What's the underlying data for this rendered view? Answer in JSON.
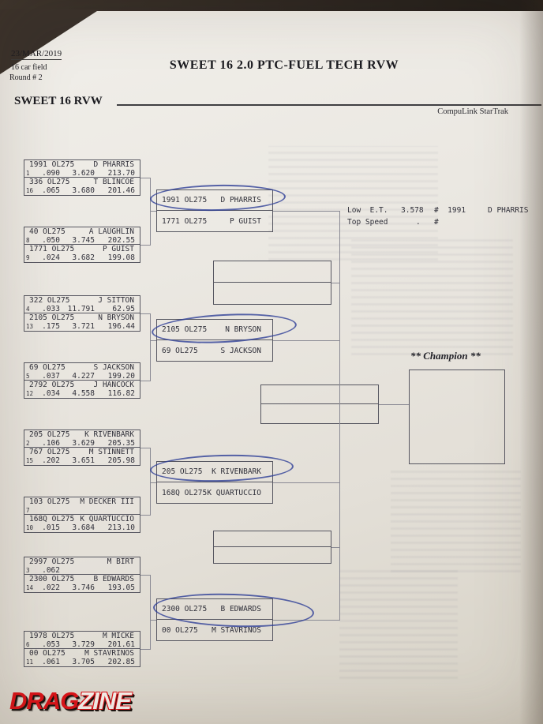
{
  "colors": {
    "pen_blue": "#2b3c96",
    "logo_red": "#dd1218"
  },
  "header": {
    "date": "23/MAR/2019",
    "field_size": "16 car field",
    "round": "Round # 2",
    "title": "SWEET 16 2.0 PTC-FUEL TECH RVW",
    "subtitle": "SWEET 16 RVW",
    "timing_brand": "CompuLink StarTrak"
  },
  "records": {
    "low_et_label": "Low  E.T.",
    "low_et_value": "3.578",
    "low_et_number": "#  1991",
    "low_et_driver": "D PHARRIS",
    "top_speed_label": "Top Speed",
    "top_speed_value": ".",
    "top_speed_number": "#"
  },
  "champion_label": "** Champion **",
  "logo": {
    "drag": "DRAG",
    "zine": "ZINE"
  },
  "round1": [
    {
      "entries": [
        {
          "car": "1991 OL275",
          "driver": "D PHARRIS",
          "seed": "1",
          "rt": ".090",
          "et": "3.620",
          "mph": "213.70"
        },
        {
          "car": "336 OL275",
          "driver": "T BLINCOE",
          "seed": "16",
          "rt": ".065",
          "et": "3.680",
          "mph": "201.46"
        }
      ]
    },
    {
      "entries": [
        {
          "car": "40 OL275",
          "driver": "A LAUGHLIN",
          "seed": "8",
          "rt": ".050",
          "et": "3.745",
          "mph": "202.55"
        },
        {
          "car": "1771 OL275",
          "driver": "P GUIST",
          "seed": "9",
          "rt": ".024",
          "et": "3.682",
          "mph": "199.08"
        }
      ]
    },
    {
      "entries": [
        {
          "car": "322 OL275",
          "driver": "J SITTON",
          "seed": "4",
          "rt": ".033",
          "et": "11.791",
          "mph": "62.95"
        },
        {
          "car": "2105 OL275",
          "driver": "N BRYSON",
          "seed": "13",
          "rt": ".175",
          "et": "3.721",
          "mph": "196.44"
        }
      ]
    },
    {
      "entries": [
        {
          "car": "69 OL275",
          "driver": "S JACKSON",
          "seed": "5",
          "rt": ".037",
          "et": "4.227",
          "mph": "199.20"
        },
        {
          "car": "2792 OL275",
          "driver": "J HANCOCK",
          "seed": "12",
          "rt": ".034",
          "et": "4.558",
          "mph": "116.82"
        }
      ]
    },
    {
      "entries": [
        {
          "car": "205 OL275",
          "driver": "K RIVENBARK",
          "seed": "2",
          "rt": ".106",
          "et": "3.629",
          "mph": "205.35"
        },
        {
          "car": "767 OL275",
          "driver": "M STINNETT",
          "seed": "15",
          "rt": ".202",
          "et": "3.651",
          "mph": "205.98"
        }
      ]
    },
    {
      "entries": [
        {
          "car": "103 OL275",
          "driver": "M DECKER III",
          "seed": "7",
          "rt": "",
          "et": "",
          "mph": ""
        },
        {
          "car": "168Q OL275",
          "driver": "K QUARTUCCIO",
          "seed": "10",
          "rt": ".015",
          "et": "3.684",
          "mph": "213.10"
        }
      ]
    },
    {
      "entries": [
        {
          "car": "2997 OL275",
          "driver": "M BIRT",
          "seed": "3",
          "rt": ".062",
          "et": "",
          "mph": ""
        },
        {
          "car": "2300 OL275",
          "driver": "B EDWARDS",
          "seed": "14",
          "rt": ".022",
          "et": "3.746",
          "mph": "193.05"
        }
      ]
    },
    {
      "entries": [
        {
          "car": "1978 OL275",
          "driver": "M MICKE",
          "seed": "6",
          "rt": ".053",
          "et": "3.729",
          "mph": "201.61"
        },
        {
          "car": "00 OL275",
          "driver": "M STAVRINOS",
          "seed": "11",
          "rt": ".061",
          "et": "3.705",
          "mph": "202.85"
        }
      ]
    }
  ],
  "round2": [
    {
      "entries": [
        {
          "car": "1991 OL275",
          "driver": "D PHARRIS"
        },
        {
          "car": "1771 OL275",
          "driver": "P GUIST"
        }
      ]
    },
    {
      "entries": [
        {
          "car": "2105 OL275",
          "driver": "N BRYSON"
        },
        {
          "car": "69 OL275",
          "driver": "S JACKSON"
        }
      ]
    },
    {
      "entries": [
        {
          "car": "205 OL275",
          "driver": "K RIVENBARK"
        },
        {
          "car": "168Q OL275",
          "driver": "K QUARTUCCIO"
        }
      ]
    },
    {
      "entries": [
        {
          "car": "2300 OL275",
          "driver": "B EDWARDS"
        },
        {
          "car": "00 OL275",
          "driver": "M STAVRINOS"
        }
      ]
    }
  ]
}
